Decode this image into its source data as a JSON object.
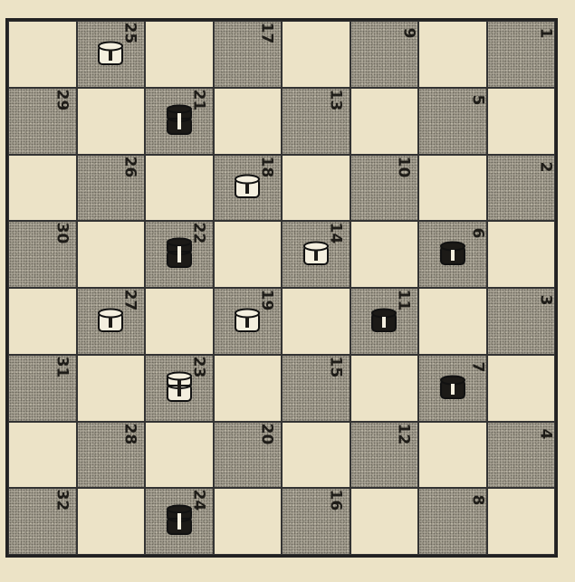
{
  "board": {
    "size": 8,
    "colors": {
      "light": "#ece3c7",
      "dark": "#a7a294",
      "grid": "#333333",
      "piece_dark": "#1c1a17",
      "piece_light": "#f4efdf"
    },
    "squares": [
      {
        "row": 0,
        "col": 1,
        "num": "25"
      },
      {
        "row": 0,
        "col": 3,
        "num": "17"
      },
      {
        "row": 0,
        "col": 5,
        "num": "9"
      },
      {
        "row": 0,
        "col": 7,
        "num": "1"
      },
      {
        "row": 1,
        "col": 0,
        "num": "29"
      },
      {
        "row": 1,
        "col": 2,
        "num": "21"
      },
      {
        "row": 1,
        "col": 4,
        "num": "13"
      },
      {
        "row": 1,
        "col": 6,
        "num": "5"
      },
      {
        "row": 2,
        "col": 1,
        "num": "26"
      },
      {
        "row": 2,
        "col": 3,
        "num": "18"
      },
      {
        "row": 2,
        "col": 5,
        "num": "10"
      },
      {
        "row": 2,
        "col": 7,
        "num": "2"
      },
      {
        "row": 3,
        "col": 0,
        "num": "30"
      },
      {
        "row": 3,
        "col": 2,
        "num": "22"
      },
      {
        "row": 3,
        "col": 4,
        "num": "14"
      },
      {
        "row": 3,
        "col": 6,
        "num": "6"
      },
      {
        "row": 4,
        "col": 1,
        "num": "27"
      },
      {
        "row": 4,
        "col": 3,
        "num": "19"
      },
      {
        "row": 4,
        "col": 5,
        "num": "11"
      },
      {
        "row": 4,
        "col": 7,
        "num": "3"
      },
      {
        "row": 5,
        "col": 0,
        "num": "31"
      },
      {
        "row": 5,
        "col": 2,
        "num": "23"
      },
      {
        "row": 5,
        "col": 4,
        "num": "15"
      },
      {
        "row": 5,
        "col": 6,
        "num": "7"
      },
      {
        "row": 6,
        "col": 1,
        "num": "28"
      },
      {
        "row": 6,
        "col": 3,
        "num": "20"
      },
      {
        "row": 6,
        "col": 5,
        "num": "12"
      },
      {
        "row": 6,
        "col": 7,
        "num": "4"
      },
      {
        "row": 7,
        "col": 0,
        "num": "32"
      },
      {
        "row": 7,
        "col": 2,
        "num": "24"
      },
      {
        "row": 7,
        "col": 4,
        "num": "16"
      },
      {
        "row": 7,
        "col": 6,
        "num": "8"
      }
    ],
    "pieces": [
      {
        "square": "25",
        "color": "white",
        "kind": "man"
      },
      {
        "square": "21",
        "color": "black",
        "kind": "king"
      },
      {
        "square": "18",
        "color": "white",
        "kind": "man"
      },
      {
        "square": "22",
        "color": "black",
        "kind": "king"
      },
      {
        "square": "14",
        "color": "white",
        "kind": "man"
      },
      {
        "square": "6",
        "color": "black",
        "kind": "man"
      },
      {
        "square": "27",
        "color": "white",
        "kind": "man"
      },
      {
        "square": "19",
        "color": "white",
        "kind": "man"
      },
      {
        "square": "11",
        "color": "black",
        "kind": "man"
      },
      {
        "square": "23",
        "color": "white",
        "kind": "king"
      },
      {
        "square": "7",
        "color": "black",
        "kind": "man"
      },
      {
        "square": "24",
        "color": "black",
        "kind": "king"
      }
    ]
  }
}
